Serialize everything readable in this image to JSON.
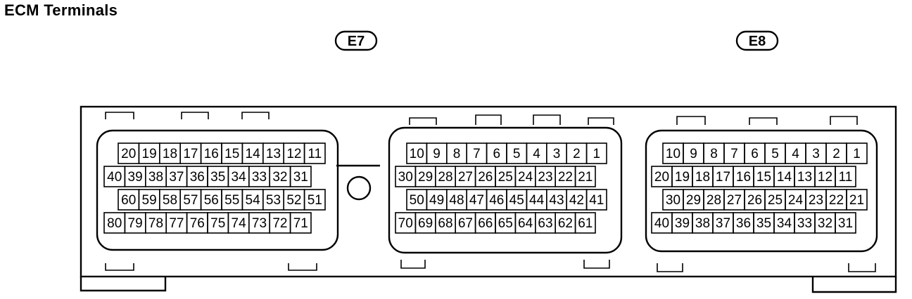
{
  "title": "ECM Terminals",
  "connectors": [
    {
      "label": "E7",
      "rows": [
        [
          "20",
          "19",
          "18",
          "17",
          "16",
          "15",
          "14",
          "13",
          "12",
          "11"
        ],
        [
          "40",
          "39",
          "38",
          "37",
          "36",
          "35",
          "34",
          "33",
          "32",
          "31"
        ],
        [
          "60",
          "59",
          "58",
          "57",
          "56",
          "55",
          "54",
          "53",
          "52",
          "51"
        ],
        [
          "80",
          "79",
          "78",
          "77",
          "76",
          "75",
          "74",
          "73",
          "72",
          "71"
        ]
      ]
    },
    {
      "label": "E7",
      "rows": [
        [
          "10",
          "9",
          "8",
          "7",
          "6",
          "5",
          "4",
          "3",
          "2",
          "1"
        ],
        [
          "30",
          "29",
          "28",
          "27",
          "26",
          "25",
          "24",
          "23",
          "22",
          "21"
        ],
        [
          "50",
          "49",
          "48",
          "47",
          "46",
          "45",
          "44",
          "43",
          "42",
          "41"
        ],
        [
          "70",
          "69",
          "68",
          "67",
          "66",
          "65",
          "64",
          "63",
          "62",
          "61"
        ]
      ]
    },
    {
      "label": "E8",
      "rows": [
        [
          "10",
          "9",
          "8",
          "7",
          "6",
          "5",
          "4",
          "3",
          "2",
          "1"
        ],
        [
          "20",
          "19",
          "18",
          "17",
          "16",
          "15",
          "14",
          "13",
          "12",
          "11"
        ],
        [
          "30",
          "29",
          "28",
          "27",
          "26",
          "25",
          "24",
          "23",
          "22",
          "21"
        ],
        [
          "40",
          "39",
          "38",
          "37",
          "36",
          "35",
          "34",
          "33",
          "32",
          "31"
        ]
      ]
    }
  ]
}
